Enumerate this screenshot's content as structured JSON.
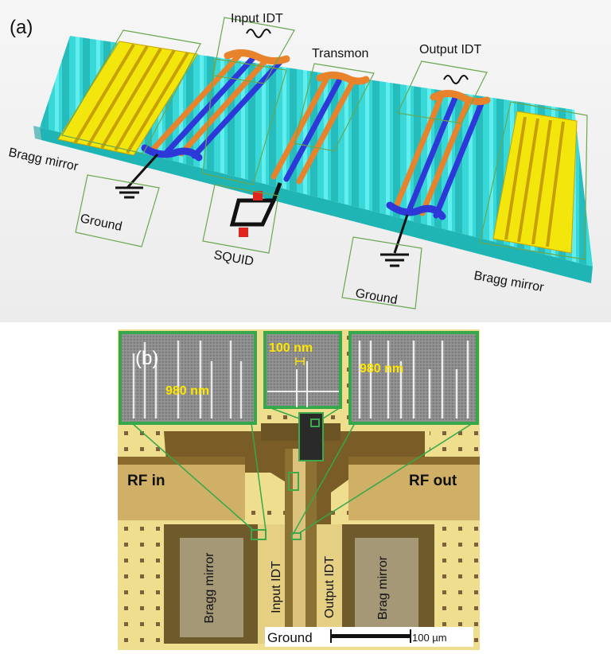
{
  "panel_a": {
    "tag": "(a)",
    "labels": {
      "input_idt": "Input IDT",
      "transmon": "Transmon",
      "output_idt": "Output IDT",
      "bragg_left": "Bragg mirror",
      "bragg_right": "Bragg mirror",
      "ground_left": "Ground",
      "ground_right": "Ground",
      "squid": "SQUID"
    },
    "colors": {
      "substrate": "#37d6d6",
      "bragg": "#f2e60d",
      "input_electrode": "#e8832c",
      "ground_electrode": "#2e38d8",
      "squid_junction": "#e0261c",
      "callout_box": "#6aa84f"
    }
  },
  "panel_b": {
    "tag": "(b)",
    "insets": {
      "left_scale": "980 nm",
      "center_scale": "100 nm",
      "right_scale": "980 nm"
    },
    "labels": {
      "rf_in": "RF in",
      "rf_out": "RF out",
      "bragg_left": "Bragg mirror",
      "input_idt": "Input IDT",
      "output_idt": "Output IDT",
      "bragg_right": "Brag mirror",
      "ground": "Ground",
      "scale_bar": "100 µm"
    },
    "colors": {
      "chip_background": "#f0de8f",
      "gold_pad": "#d9b865",
      "dark_trace": "#6b5324",
      "callout": "#35a84b",
      "inset_text": "#ffe600"
    }
  }
}
